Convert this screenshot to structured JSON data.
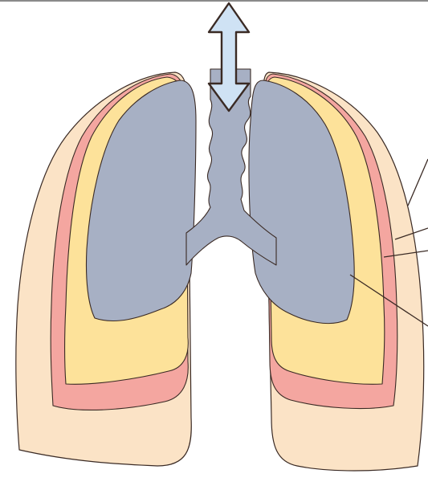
{
  "diagram": {
    "colors": {
      "outer": "#fbe3c6",
      "pink": "#f4a6a0",
      "yellow": "#fde29a",
      "lung": "#a7b0c4",
      "airway": "#a7b0c4",
      "arrow": "#cfe2f4",
      "stroke": "#3a2a24",
      "frame": "#8a8a8a"
    },
    "layers": [
      "outer-layer",
      "pink-layer",
      "yellow-layer",
      "lung-core"
    ],
    "airway_direction": "bidirectional-vertical",
    "leader_lines": 4
  }
}
